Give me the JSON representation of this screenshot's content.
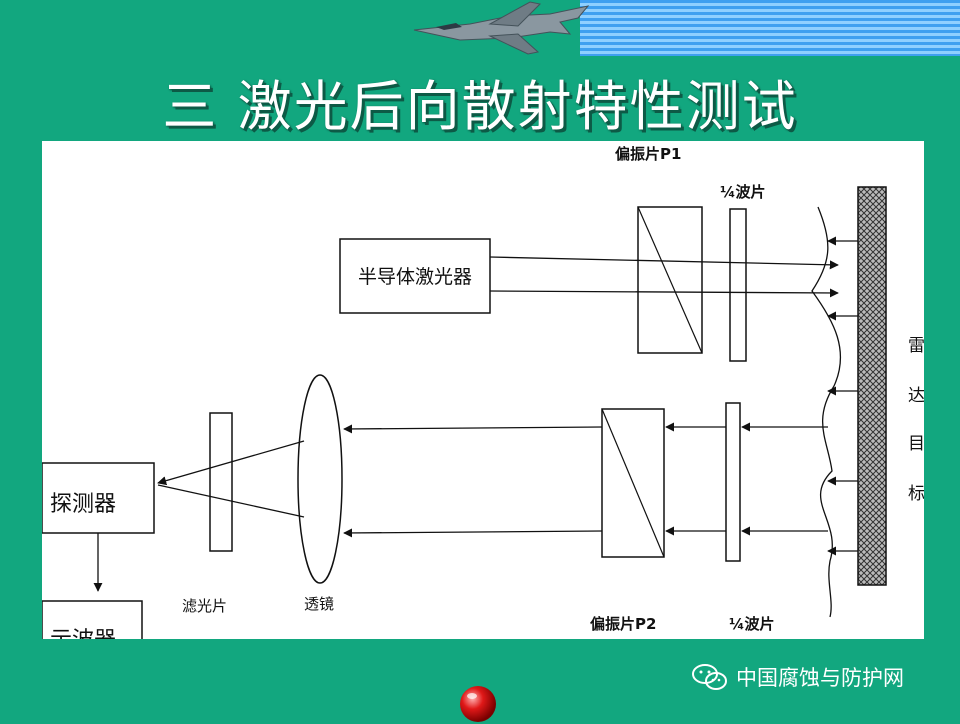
{
  "slide": {
    "title": "三 激光后向散射特性测试"
  },
  "diagram": {
    "laser_label": "半导体激光器",
    "polarizer_p1_label": "偏振片P1",
    "quarter_wave_top_label": "¼波片",
    "quarter_wave_bottom_label": "¼波片",
    "polarizer_p2_label": "偏振片P2",
    "detector_label": "探测器",
    "oscilloscope_label": "示波器",
    "filter_label": "滤光片",
    "lens_label": "透镜",
    "target_label_chars": [
      "雷",
      "达",
      "目",
      "标"
    ]
  },
  "watermark": {
    "text": "中国腐蚀与防护网",
    "icon": "wechat-icon"
  },
  "colors": {
    "background": "#12a77f",
    "title_text": "#ffffff",
    "panel": "#ffffff",
    "ink": "#111111"
  }
}
